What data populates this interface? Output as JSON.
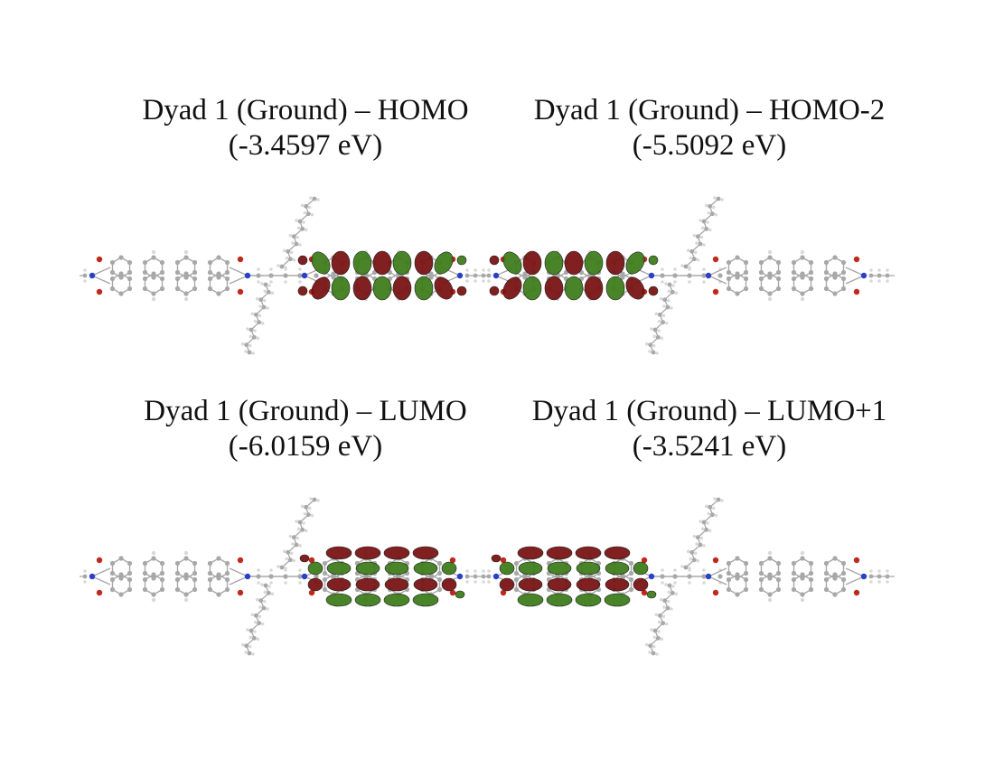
{
  "panels": [
    {
      "id": "homo",
      "title": "Dyad 1 (Ground) – HOMO",
      "energy": "(-3.4597 eV)",
      "orbital_side": "right",
      "lobe_pattern": "alternating"
    },
    {
      "id": "homo-2",
      "title": "Dyad 1 (Ground) – HOMO-2",
      "energy": "(-5.5092 eV)",
      "orbital_side": "left",
      "lobe_pattern": "alternating"
    },
    {
      "id": "lumo",
      "title": "Dyad 1 (Ground) – LUMO",
      "energy": "(-6.0159 eV)",
      "orbital_side": "right",
      "lobe_pattern": "banded"
    },
    {
      "id": "lumo+1",
      "title": "Dyad 1 (Ground) – LUMO+1",
      "energy": "(-3.5241 eV)",
      "orbital_side": "left",
      "lobe_pattern": "banded"
    }
  ],
  "colors": {
    "lobe_positive": "#7a1414",
    "lobe_negative": "#3f7d1e",
    "carbon": "#a8a8a8",
    "hydrogen": "#d9d9d9",
    "oxygen": "#c0281c",
    "nitrogen": "#2a3fc8",
    "text": "#111111"
  }
}
